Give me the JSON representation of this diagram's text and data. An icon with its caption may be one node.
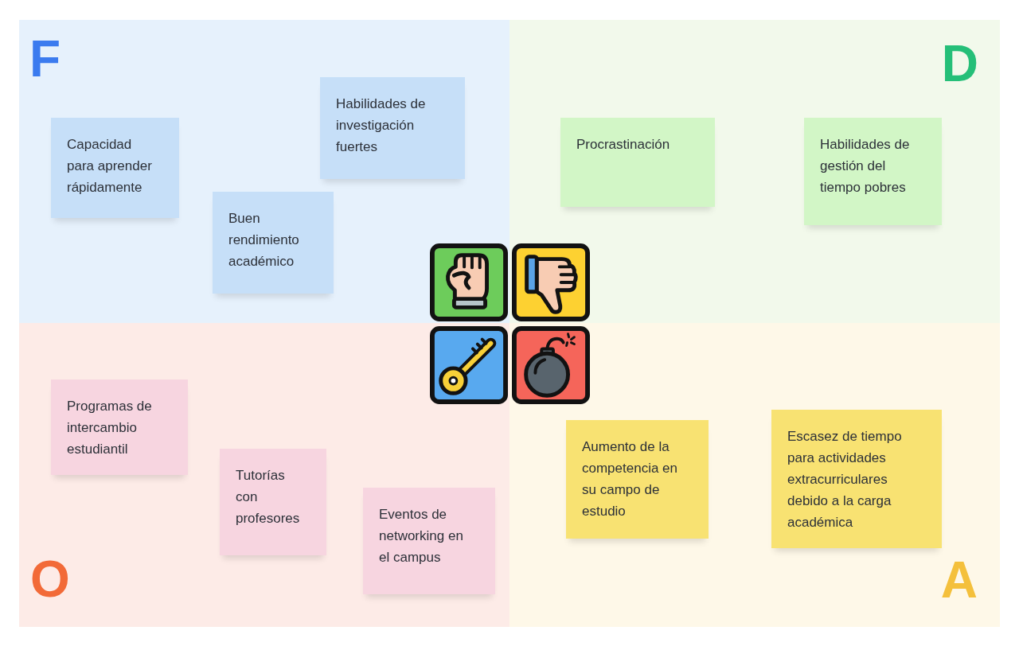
{
  "diagram": {
    "nodes": [
      {
        "text": [
          "F"
        ]
      },
      {
        "text": [
          "Habilidades de investigación fuertes"
        ],
        "in": 0
      },
      {
        "text": [
          "Capacidad para aprender rápidamente"
        ],
        "in": 0
      },
      {
        "text": [
          "Buen rendimiento académico"
        ],
        "in": 0
      },
      {
        "text": [
          "D"
        ]
      },
      {
        "text": [
          "Procrastinación"
        ],
        "in": 4
      },
      {
        "text": [
          "Habilidades de gestión del tiempo pobres"
        ],
        "in": 4
      },
      {
        "text": [
          "O"
        ]
      },
      {
        "text": [
          "Programas de intercambio estudiantil"
        ],
        "in": 7
      },
      {
        "text": [
          "Tutorías con profesores"
        ],
        "in": 7
      },
      {
        "text": [
          "Eventos de networking en el campus"
        ],
        "in": 7
      },
      {
        "text": [
          "A"
        ]
      },
      {
        "text": [
          "Aumento de la competencia en su campo de estudio"
        ],
        "in": 11
      },
      {
        "text": [
          "Escasez de tiempo para actividades extracurriculares debido a la carga académica"
        ],
        "in": 11
      }
    ]
  }
}
